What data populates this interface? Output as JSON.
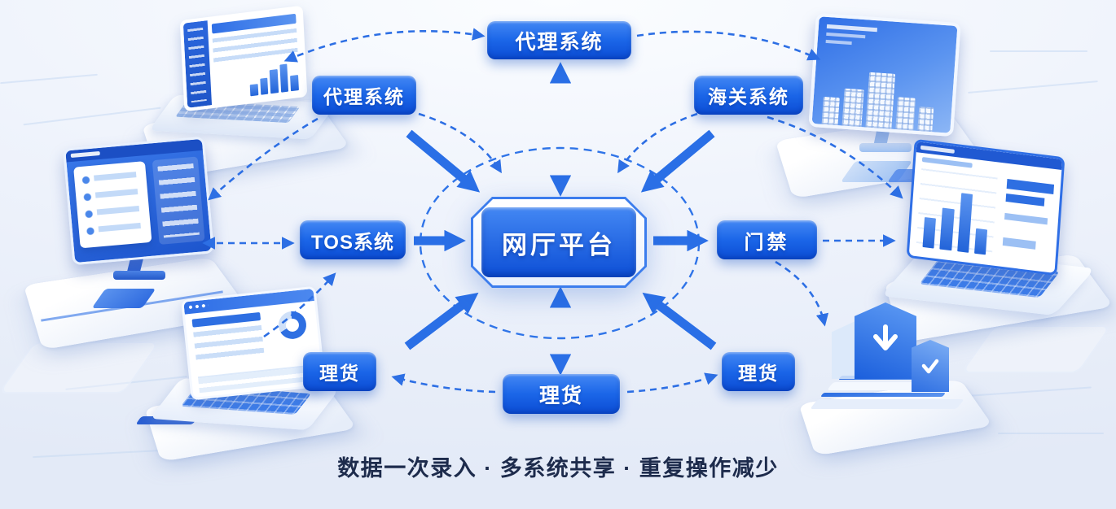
{
  "center": {
    "label": "网厅平台"
  },
  "nodes": {
    "agent_top": {
      "label": "代理系统"
    },
    "agent_left": {
      "label": "代理系统"
    },
    "customs_right": {
      "label": "海关系统"
    },
    "tos_left": {
      "label": "TOS系统"
    },
    "access_right": {
      "label": "门禁"
    },
    "tally_left": {
      "label": "理货"
    },
    "tally_center": {
      "label": "理货"
    },
    "tally_right": {
      "label": "理货"
    }
  },
  "caption": {
    "text": "数据一次录入 · 多系统共享 · 重复操作减少"
  },
  "colors": {
    "node_gradient_top": "#4488f4",
    "node_gradient_bottom": "#0b4cd4",
    "solid_arrow": "#2a6fe6",
    "dashed_arrow": "#2d6fe4",
    "caption_text": "#1d2b4c",
    "background": "#eef3fc"
  },
  "icons": {
    "download_arrow": "↓",
    "checkmark": "✓"
  }
}
